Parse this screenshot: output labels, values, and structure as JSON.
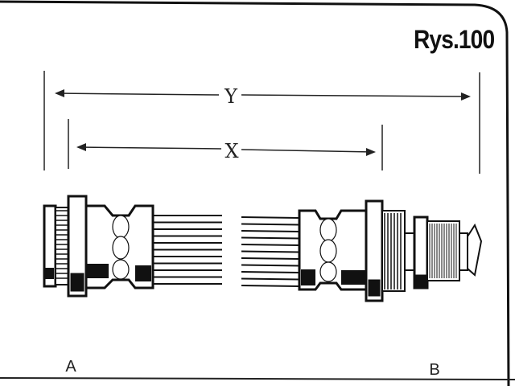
{
  "figure": {
    "title": "Rys.100",
    "dimension_y": "Y",
    "dimension_x": "X",
    "end_a": "A",
    "end_b": "B"
  }
}
